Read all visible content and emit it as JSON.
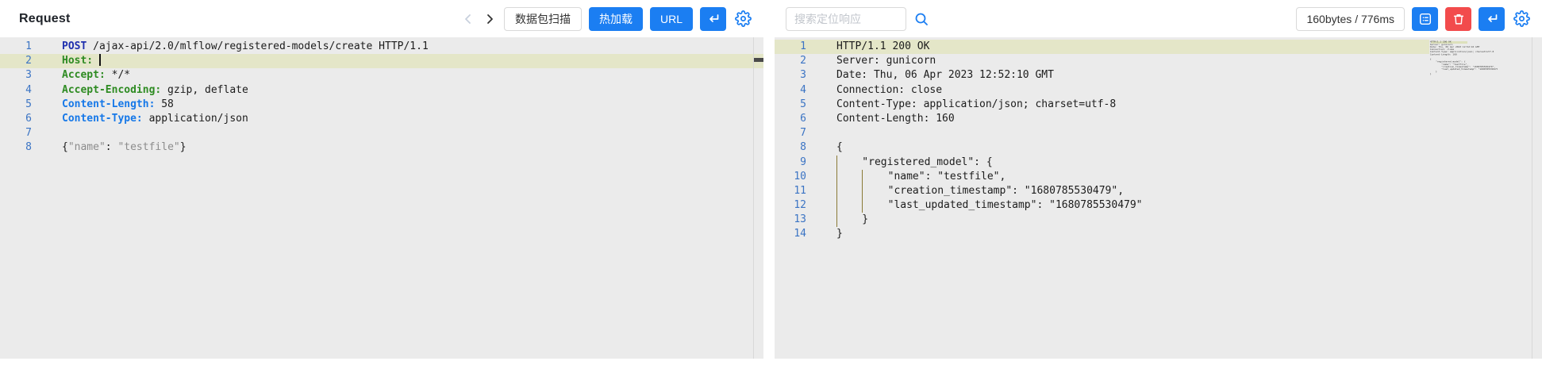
{
  "request_panel": {
    "title": "Request",
    "toolbar": {
      "scan_button": "数据包扫描",
      "hot_reload_button": "热加载",
      "url_button": "URL"
    },
    "editor": {
      "active_line": 2,
      "lines": [
        {
          "n": 1,
          "seg": [
            [
              "kw",
              "POST"
            ],
            [
              "p",
              " /ajax-api/2.0/mlflow/registered-models/create HTTP/1.1"
            ]
          ]
        },
        {
          "n": 2,
          "cursor": true,
          "seg": [
            [
              "hg",
              "Host:"
            ],
            [
              "p",
              " "
            ]
          ]
        },
        {
          "n": 3,
          "seg": [
            [
              "hg",
              "Accept:"
            ],
            [
              "p",
              " */*"
            ]
          ]
        },
        {
          "n": 4,
          "seg": [
            [
              "hg",
              "Accept-Encoding:"
            ],
            [
              "p",
              " gzip, deflate"
            ]
          ]
        },
        {
          "n": 5,
          "seg": [
            [
              "hb",
              "Content-Length:"
            ],
            [
              "p",
              " 58"
            ]
          ]
        },
        {
          "n": 6,
          "seg": [
            [
              "hb",
              "Content-Type:"
            ],
            [
              "p",
              " application/json"
            ]
          ]
        },
        {
          "n": 7,
          "seg": []
        },
        {
          "n": 8,
          "seg": [
            [
              "p",
              "{"
            ],
            [
              "s",
              "\"name\""
            ],
            [
              "p",
              ": "
            ],
            [
              "s",
              "\"testfile\""
            ],
            [
              "p",
              "}"
            ]
          ]
        }
      ]
    }
  },
  "response_panel": {
    "search_placeholder": "搜索定位响应",
    "stats": "160bytes / 776ms",
    "editor": {
      "active_line": 1,
      "lines": [
        {
          "n": 1,
          "seg": [
            [
              "p",
              "HTTP/1.1 200 OK"
            ]
          ]
        },
        {
          "n": 2,
          "seg": [
            [
              "p",
              "Server: gunicorn"
            ]
          ]
        },
        {
          "n": 3,
          "seg": [
            [
              "p",
              "Date: Thu, 06 Apr 2023 12:52:10 GMT"
            ]
          ]
        },
        {
          "n": 4,
          "seg": [
            [
              "p",
              "Connection: close"
            ]
          ]
        },
        {
          "n": 5,
          "seg": [
            [
              "p",
              "Content-Type: application/json; charset=utf-8"
            ]
          ]
        },
        {
          "n": 6,
          "seg": [
            [
              "p",
              "Content-Length: 160"
            ]
          ]
        },
        {
          "n": 7,
          "seg": []
        },
        {
          "n": 8,
          "seg": [
            [
              "p",
              "{"
            ]
          ]
        },
        {
          "n": 9,
          "seg": [
            [
              "gd",
              ""
            ],
            [
              "p",
              "    \"registered_model\": {"
            ]
          ]
        },
        {
          "n": 10,
          "seg": [
            [
              "gd",
              ""
            ],
            [
              "p",
              "    "
            ],
            [
              "gd",
              ""
            ],
            [
              "p",
              "    \"name\": \"testfile\","
            ]
          ]
        },
        {
          "n": 11,
          "seg": [
            [
              "gd",
              ""
            ],
            [
              "p",
              "    "
            ],
            [
              "gd",
              ""
            ],
            [
              "p",
              "    \"creation_timestamp\": \"1680785530479\","
            ]
          ]
        },
        {
          "n": 12,
          "seg": [
            [
              "gd",
              ""
            ],
            [
              "p",
              "    "
            ],
            [
              "gd",
              ""
            ],
            [
              "p",
              "    \"last_updated_timestamp\": \"1680785530479\""
            ]
          ]
        },
        {
          "n": 13,
          "seg": [
            [
              "gd",
              ""
            ],
            [
              "p",
              "    }"
            ]
          ]
        },
        {
          "n": 14,
          "seg": [
            [
              "p",
              "}"
            ]
          ]
        }
      ]
    }
  },
  "icons": {
    "prev": "chevron-left",
    "next": "chevron-right",
    "send": "return-arrow",
    "settings": "gear",
    "search": "magnifier",
    "view": "list-card",
    "delete": "trash"
  },
  "colors": {
    "accent_blue": "#1b7ef2",
    "danger_red": "#f24b4c",
    "active_line_bg": "#e4e6c8",
    "editor_bg": "#ebebeb",
    "line_number": "#3b74c4"
  }
}
